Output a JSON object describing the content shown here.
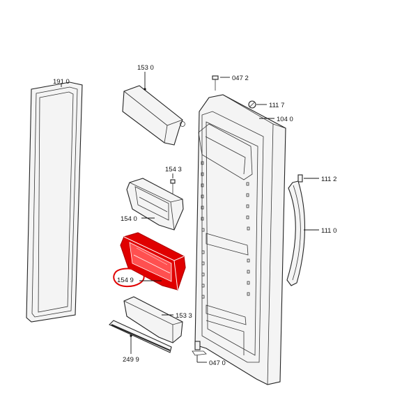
{
  "diagram": {
    "labels": {
      "p1910": "191 0",
      "p1530": "153 0",
      "p0472": "047 2",
      "p1117": "111 7",
      "p1040": "104 0",
      "p1543": "154 3",
      "p1112": "111 2",
      "p1540": "154 0",
      "p1110": "111 0",
      "p1549": "154 9",
      "p1533": "153 3",
      "p2499": "249 9",
      "p0470": "047 0"
    },
    "highlight_color": "#e00000"
  }
}
